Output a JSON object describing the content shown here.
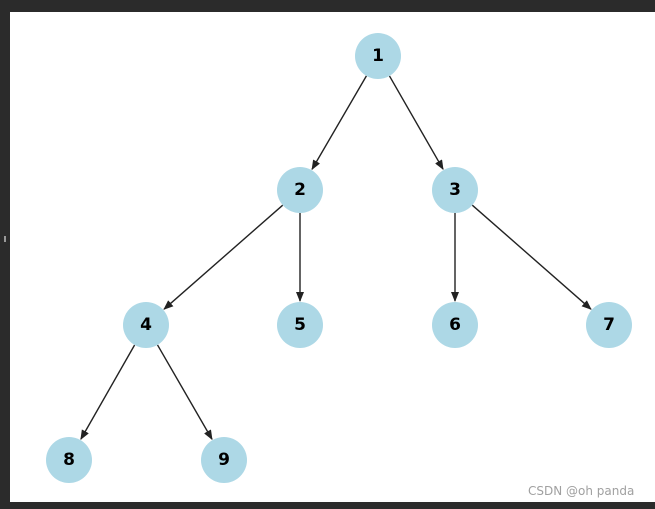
{
  "diagram": {
    "nodes": [
      {
        "id": "1",
        "label": "1"
      },
      {
        "id": "2",
        "label": "2"
      },
      {
        "id": "3",
        "label": "3"
      },
      {
        "id": "4",
        "label": "4"
      },
      {
        "id": "5",
        "label": "5"
      },
      {
        "id": "6",
        "label": "6"
      },
      {
        "id": "7",
        "label": "7"
      },
      {
        "id": "8",
        "label": "8"
      },
      {
        "id": "9",
        "label": "9"
      }
    ],
    "edges": [
      {
        "from": "1",
        "to": "2"
      },
      {
        "from": "1",
        "to": "3"
      },
      {
        "from": "2",
        "to": "4"
      },
      {
        "from": "2",
        "to": "5"
      },
      {
        "from": "3",
        "to": "6"
      },
      {
        "from": "3",
        "to": "7"
      },
      {
        "from": "4",
        "to": "8"
      },
      {
        "from": "4",
        "to": "9"
      }
    ],
    "node_color": "#add8e6",
    "edge_color": "#222222"
  },
  "watermark": "CSDN @oh panda"
}
